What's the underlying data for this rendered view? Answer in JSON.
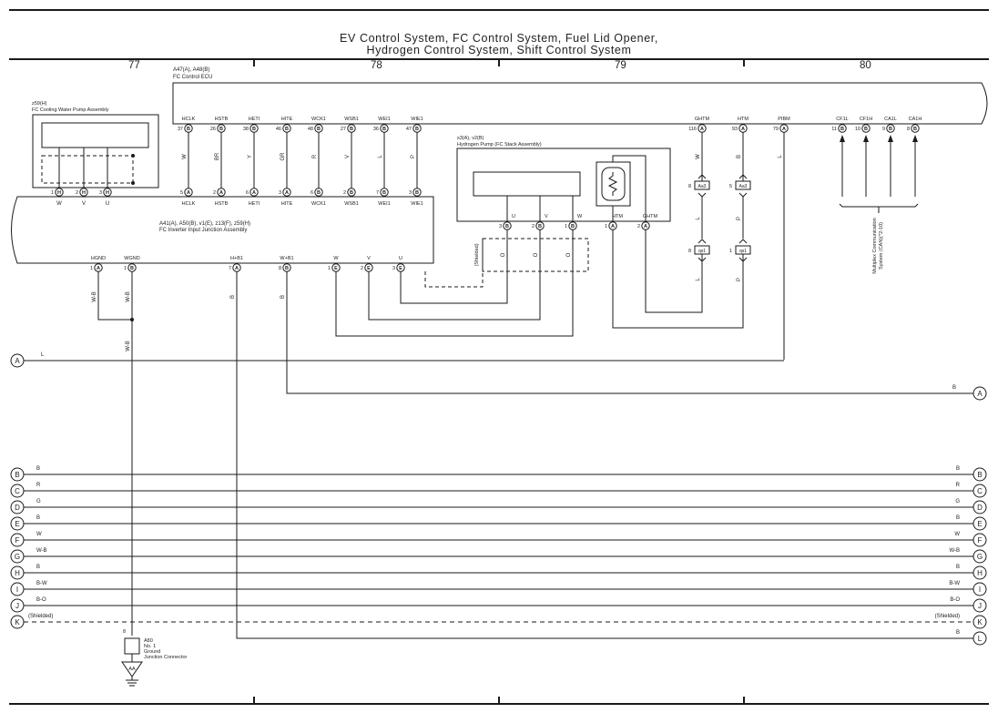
{
  "title": {
    "line1": "EV Control System, FC Control System, Fuel Lid Opener,",
    "line2": "Hydrogen Control System, Shift Control System"
  },
  "columns": [
    "77",
    "78",
    "79",
    "80"
  ],
  "ecu": {
    "code": "A47(A), A48(B)",
    "name": "FC Control ECU",
    "pins": [
      {
        "name": "HCLK",
        "num": "37",
        "conn": "B",
        "wire": "W"
      },
      {
        "name": "HSTB",
        "num": "26",
        "conn": "B",
        "wire": "BR"
      },
      {
        "name": "HETI",
        "num": "38",
        "conn": "B",
        "wire": "Y"
      },
      {
        "name": "HITE",
        "num": "46",
        "conn": "B",
        "wire": "GR"
      },
      {
        "name": "WCK1",
        "num": "48",
        "conn": "B",
        "wire": "R"
      },
      {
        "name": "WSB1",
        "num": "27",
        "conn": "B",
        "wire": "V"
      },
      {
        "name": "WEI1",
        "num": "36",
        "conn": "B",
        "wire": "L"
      },
      {
        "name": "WIE1",
        "num": "47",
        "conn": "B",
        "wire": "P"
      },
      {
        "name": "GHTM",
        "num": "116",
        "conn": "A",
        "wire": "W"
      },
      {
        "name": "HTM",
        "num": "93",
        "conn": "A",
        "wire": "B"
      },
      {
        "name": "PIBM",
        "num": "79",
        "conn": "A",
        "wire": "L"
      },
      {
        "name": "CF1L",
        "num": "11",
        "conn": "B"
      },
      {
        "name": "CF1H",
        "num": "10",
        "conn": "B"
      },
      {
        "name": "CA1L",
        "num": "9",
        "conn": "B"
      },
      {
        "name": "CA1H",
        "num": "8",
        "conn": "B"
      }
    ]
  },
  "water_pump": {
    "code": "z59(H)",
    "name": "FC Cooling Water Pump Assembly",
    "pins": [
      {
        "num": "1",
        "conn": "H",
        "label": "W"
      },
      {
        "num": "2",
        "conn": "H",
        "label": "V"
      },
      {
        "num": "3",
        "conn": "H",
        "label": "U"
      }
    ]
  },
  "inverter": {
    "code": "A41(A), A50(B), v1(E), z13(F), z59(H)",
    "name": "FC Inverter Input Junction Assembly",
    "top_pins": [
      {
        "num": "5",
        "conn": "A",
        "name": "HCLK"
      },
      {
        "num": "2",
        "conn": "A",
        "name": "HSTB"
      },
      {
        "num": "6",
        "conn": "A",
        "name": "HETI"
      },
      {
        "num": "3",
        "conn": "A",
        "name": "HITE"
      },
      {
        "num": "6",
        "conn": "B",
        "name": "WCK1"
      },
      {
        "num": "2",
        "conn": "B",
        "name": "WSB1"
      },
      {
        "num": "7",
        "conn": "B",
        "name": "WEI1"
      },
      {
        "num": "3",
        "conn": "B",
        "name": "WIE1"
      }
    ],
    "bottom_pins": [
      {
        "num": "1",
        "conn": "A",
        "name": "HGND",
        "wire": "W-B"
      },
      {
        "num": "1",
        "conn": "B",
        "name": "WGND",
        "wire": "W-B"
      },
      {
        "num": "7",
        "conn": "A",
        "name": "H+B1",
        "wire": "B"
      },
      {
        "num": "8",
        "conn": "B",
        "name": "W+B1",
        "wire": "B"
      },
      {
        "num": "1",
        "conn": "E",
        "name": "W"
      },
      {
        "num": "2",
        "conn": "E",
        "name": "V"
      },
      {
        "num": "3",
        "conn": "E",
        "name": "U"
      }
    ]
  },
  "h2pump": {
    "code": "s3(A), v2(B)",
    "name": "Hydrogen Pump (FC Stack Assembly)",
    "pins": [
      {
        "num": "3",
        "conn": "B",
        "name": "U",
        "wire": "O"
      },
      {
        "num": "2",
        "conn": "B",
        "name": "V",
        "wire": "O"
      },
      {
        "num": "1",
        "conn": "B",
        "name": "W",
        "wire": "O"
      },
      {
        "num": "1",
        "conn": "A",
        "name": "HTM"
      },
      {
        "num": "2",
        "conn": "A",
        "name": "GHTM"
      }
    ],
    "shielded": "(Shielded)"
  },
  "connectors": {
    "aa3_left": {
      "num": "8",
      "code": "Aa3"
    },
    "aa3_right": {
      "num": "5",
      "code": "Aa3"
    },
    "qs1_left": {
      "num": "8",
      "code": "qs1"
    },
    "qs1_right": {
      "num": "1",
      "code": "qs1"
    },
    "wire_L": "L",
    "wire_P": "P"
  },
  "multiplex": {
    "line1": "Multiplex Communication",
    "line2": "System (CAN)(*2-10)"
  },
  "ground": {
    "pin": "8",
    "code": "A80",
    "line1": "No. 1",
    "line2": "Ground",
    "line3": "Junction Connector",
    "symbol": "AA"
  },
  "wgnd_wire": "W-B",
  "bus_lines": [
    {
      "id": "A",
      "color": "L"
    },
    {
      "id": "A",
      "color": "B"
    },
    {
      "id": "B",
      "color": "B"
    },
    {
      "id": "C",
      "color": "R"
    },
    {
      "id": "D",
      "color": "G"
    },
    {
      "id": "E",
      "color": "B"
    },
    {
      "id": "F",
      "color": "W"
    },
    {
      "id": "G",
      "color": "W-B"
    },
    {
      "id": "H",
      "color": "B"
    },
    {
      "id": "I",
      "color": "B-W"
    },
    {
      "id": "J",
      "color": "B-O"
    },
    {
      "id": "K",
      "color": "(Shielded)"
    },
    {
      "id": "L",
      "color": "B"
    }
  ]
}
